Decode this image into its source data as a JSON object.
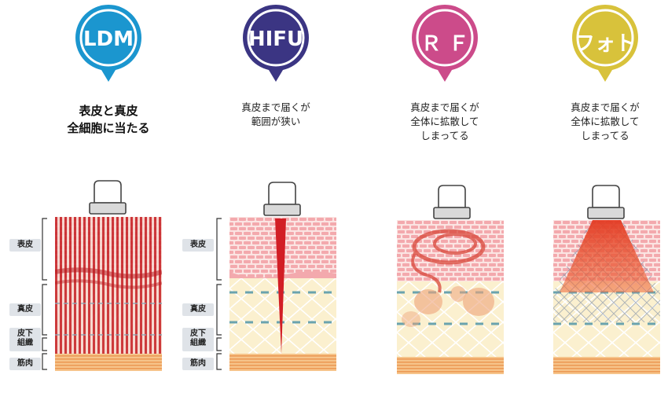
{
  "methods": [
    {
      "key": "ldm",
      "name": "LDM",
      "color": "#1b96cf",
      "description": [
        "表皮と真皮",
        "全細胞に当たる"
      ],
      "bold": true
    },
    {
      "key": "hifu",
      "name": "HIFU",
      "color": "#3b3583",
      "description": [
        "真皮まで届くが",
        "範囲が狭い"
      ],
      "bold": false
    },
    {
      "key": "rf",
      "name": "Ｒ Ｆ",
      "color": "#cc4b8a",
      "description": [
        "真皮まで届くが",
        "全体に拡散して",
        "しまってる"
      ],
      "bold": false
    },
    {
      "key": "photo",
      "name": "フォト",
      "color": "#d8c23b",
      "description": [
        "真皮まで届くが",
        "全体に拡散して",
        "しまってる"
      ],
      "bold": false
    }
  ],
  "layers_left": [
    "表皮",
    "真皮",
    "皮下",
    "組織",
    "筋肉"
  ],
  "layers_mid": [
    "表皮",
    "真皮",
    "皮下",
    "組織",
    "筋肉"
  ]
}
